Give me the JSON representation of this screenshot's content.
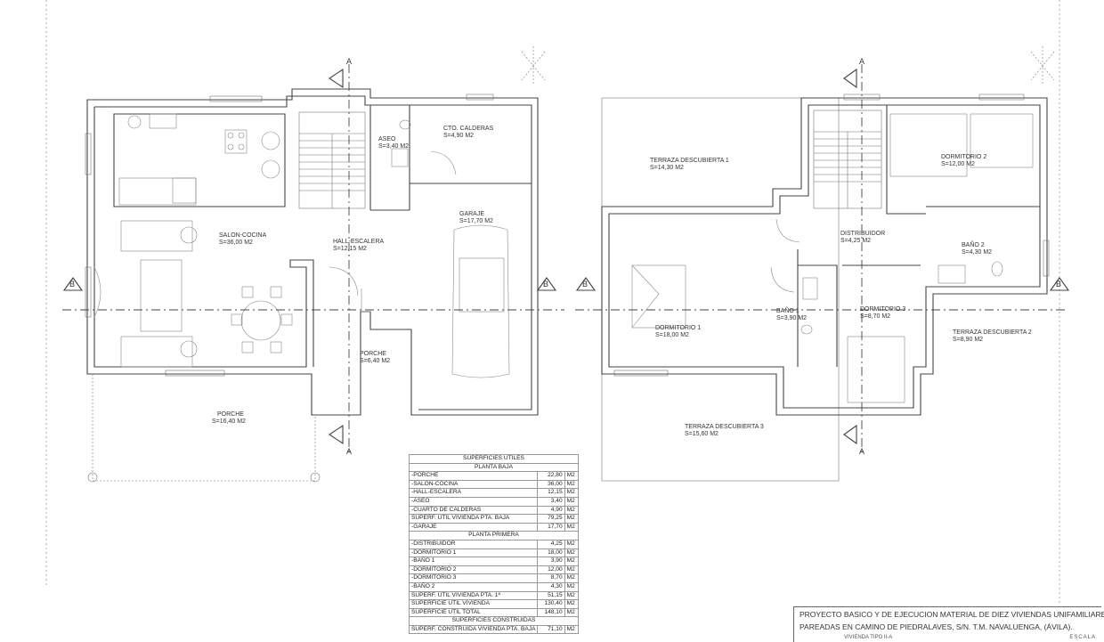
{
  "section_marks": {
    "a": "A",
    "b": "B"
  },
  "ground_floor": {
    "rooms": [
      {
        "name": "SALON-COCINA",
        "area": "S=36,00 M2"
      },
      {
        "name": "HALL-ESCALERA",
        "area": "S=12,15 M2"
      },
      {
        "name": "ASEO",
        "area": "S=3,40 M2"
      },
      {
        "name": "CTO. CALDERAS",
        "area": "S=4,90 M2"
      },
      {
        "name": "GARAJE",
        "area": "S=17,70 M2"
      },
      {
        "name": "PORCHE",
        "area": "S=6,40 M2"
      },
      {
        "name": "PORCHE",
        "area": "S=16,40 M2"
      }
    ]
  },
  "first_floor": {
    "rooms": [
      {
        "name": "TERRAZA DESCUBIERTA 1",
        "area": "S=14,30 M2"
      },
      {
        "name": "DORMITORIO 2",
        "area": "S=12,00 M2"
      },
      {
        "name": "DISTRIBUIDOR",
        "area": "S=4,25 M2"
      },
      {
        "name": "BAÑO 2",
        "area": "S=4,30 M2"
      },
      {
        "name": "DORMITORIO 1",
        "area": "S=18,00 M2"
      },
      {
        "name": "BAÑO 1",
        "area": "S=3,90 M2"
      },
      {
        "name": "DORMITORIO 3",
        "area": "S=8,70 M2"
      },
      {
        "name": "TERRAZA DESCUBIERTA 2",
        "area": "S=8,90 M2"
      },
      {
        "name": "TERRAZA DESCUBIERTA 3",
        "area": "S=15,60 M2"
      }
    ]
  },
  "areas_table": {
    "title": "SUPERFICIES UTILES",
    "unit": "M2",
    "sections": [
      {
        "heading": "PLANTA BAJA",
        "rows": [
          {
            "label": "-PORCHE",
            "value": "22,80"
          },
          {
            "label": "-SALON-COCINA",
            "value": "36,00"
          },
          {
            "label": "-HALL-ESCALERA",
            "value": "12,15"
          },
          {
            "label": "-ASEO",
            "value": "3,40"
          },
          {
            "label": "-CUARTO DE CALDERAS",
            "value": "4,90"
          },
          {
            "label": "SUPERF. UTIL VIVIENDA PTA. BAJA",
            "value": "79,25"
          },
          {
            "label": "-GARAJE",
            "value": "17,70"
          }
        ]
      },
      {
        "heading": "PLANTA PRIMERA",
        "rows": [
          {
            "label": "-DISTRIBUIDOR",
            "value": "4,25"
          },
          {
            "label": "-DORMITORIO 1",
            "value": "18,00"
          },
          {
            "label": "-BAÑO 1",
            "value": "3,90"
          },
          {
            "label": "-DORMITORIO 2",
            "value": "12,00"
          },
          {
            "label": "-DORMITORIO 3",
            "value": "8,70"
          },
          {
            "label": "-BAÑO 2",
            "value": "4,30"
          },
          {
            "label": "SUPERF. UTIL VIVIENDA PTA. 1ª",
            "value": "51,15"
          },
          {
            "label": "SUPERFICIE UTIL VIVIENDA",
            "value": "130,40"
          },
          {
            "label": "SUPERFICIE UTIL TOTAL",
            "value": "148,10"
          }
        ]
      },
      {
        "heading": "SUPERFICIES CONSTRUIDAS",
        "rows": [
          {
            "label": "SUPERF. CONSTRUIDA VIVIENDA PTA. BAJA",
            "value": "71,10"
          }
        ]
      }
    ]
  },
  "title_block": {
    "line1": "PROYECTO BASICO Y DE EJECUCION MATERIAL DE DIEZ VIVIENDAS UNIFAMILIARES",
    "line2": "PAREADAS EN CAMINO DE PIEDRALAVES, S/N. T.M. NAVALUENGA, (ÁVILA).",
    "line3": "VIVIENDA TIPO II-A",
    "line4": "ESCALA"
  }
}
